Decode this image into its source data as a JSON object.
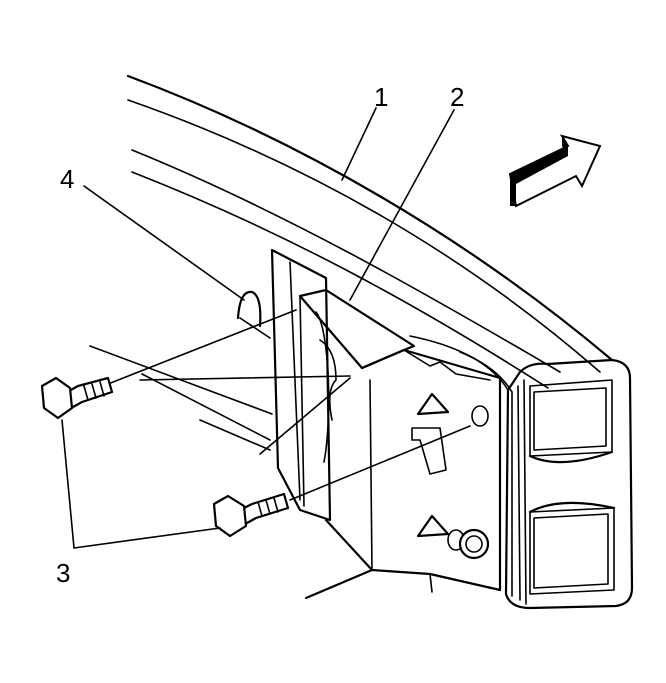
{
  "callouts": {
    "c1": "1",
    "c2": "2",
    "c3": "3",
    "c4": "4"
  },
  "icons": {
    "direction_arrow": "forward-arrow-icon",
    "bolts": "hex-bolt-icon"
  }
}
